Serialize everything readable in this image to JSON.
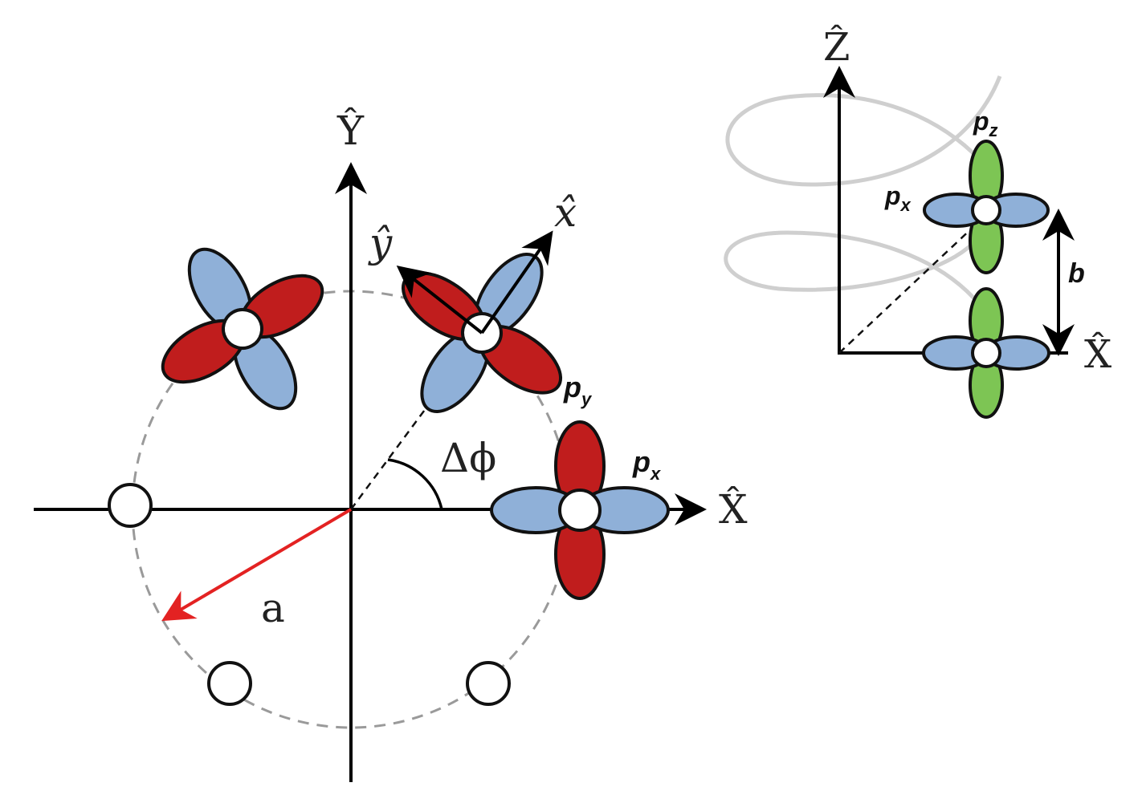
{
  "main_panel": {
    "axis_x_label": "X̂",
    "axis_y_label": "Ŷ",
    "local_x_label": "x̂",
    "local_y_label": "ŷ",
    "angle_label": "Δϕ",
    "radius_label": "a",
    "py_label_base": "p",
    "py_label_sub": "y",
    "px_label_base": "p",
    "px_label_sub": "x"
  },
  "side_panel": {
    "axis_z_label": "Ẑ",
    "axis_x_label": "X̂",
    "pz_label_base": "p",
    "pz_label_sub": "z",
    "px_label_base": "p",
    "px_label_sub": "x",
    "spacing_label": "b"
  },
  "colors": {
    "red_lobe": "#c01d1d",
    "blue_lobe": "#8fb0d8",
    "green_lobe": "#7dc554",
    "radius_arrow": "#e32222",
    "helix": "#cfcfcf",
    "circle_dash": "#9a9a9a"
  }
}
